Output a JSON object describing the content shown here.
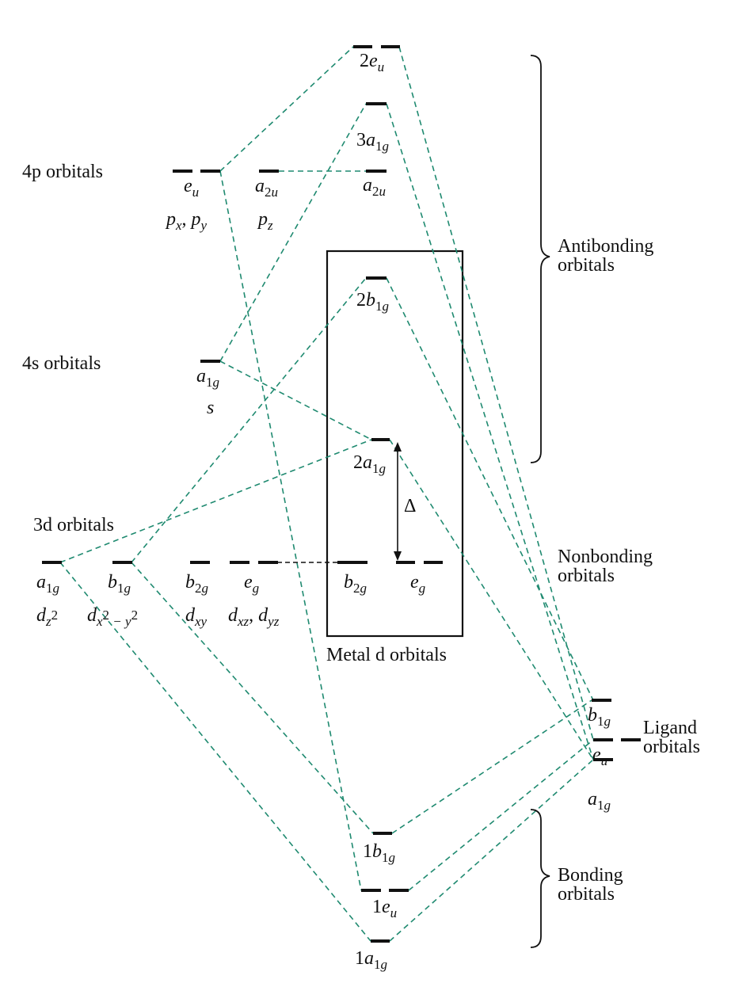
{
  "row_labels": {
    "p4": "4p orbitals",
    "s4": "4s orbitals",
    "d3": "3d orbitals"
  },
  "groups": {
    "antibonding": "Antibonding orbitals",
    "nonbonding": "Nonbonding orbitals",
    "ligand": "Ligand orbitals",
    "bonding": "Bonding orbitals"
  },
  "box_label": "Metal d orbitals",
  "delta": "Δ",
  "metal_orbitals": {
    "p_eu": {
      "symmetry": "e_u",
      "basis": "p_x, p_y"
    },
    "p_a2u": {
      "symmetry": "a_2u",
      "basis": "p_z"
    },
    "s_a1g": {
      "symmetry": "a_1g",
      "basis": "s"
    },
    "d_a1g": {
      "symmetry": "a_1g",
      "basis": "d_z2"
    },
    "d_b1g": {
      "symmetry": "b_1g",
      "basis": "d_x2-y2"
    },
    "d_b2g": {
      "symmetry": "b_2g",
      "basis": "d_xy"
    },
    "d_eg": {
      "symmetry": "e_g",
      "basis": "d_xz, d_yz"
    }
  },
  "molecular_orbitals": {
    "eu2": "2e_u",
    "a1g3": "3a_1g",
    "a2u": "a_2u",
    "b1g2": "2b_1g",
    "a1g2": "2a_1g",
    "b2g": "b_2g",
    "eg": "e_g",
    "b1g1": "1b_1g",
    "eu1": "1e_u",
    "a1g1": "1a_1g"
  },
  "ligand_orbitals": {
    "b1g": "b_1g",
    "eu": "e_u",
    "a1g": "a_1g"
  }
}
